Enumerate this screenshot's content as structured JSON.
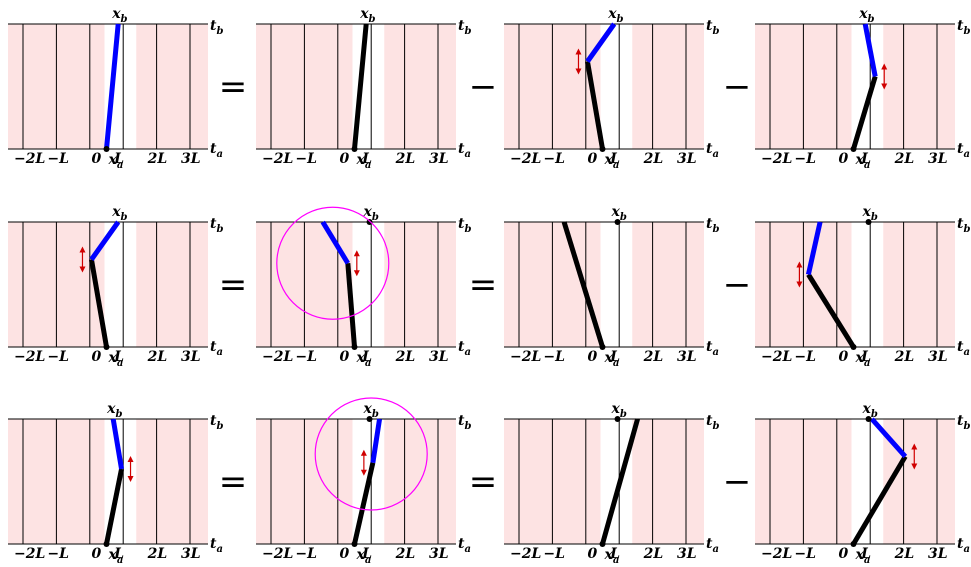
{
  "ticks": [
    "−2L",
    "−L",
    "0",
    "L",
    "2L",
    "3L"
  ],
  "time_labels": {
    "top": "t",
    "top_sub": "b",
    "bottom": "t",
    "bottom_sub": "a"
  },
  "point_labels": {
    "xa": "x",
    "xa_sub": "a",
    "xb": "x",
    "xb_sub": "b"
  },
  "colors": {
    "band": "#FDE3E3",
    "blue_path": "#0000FF",
    "black_path": "#000000",
    "arrow": "#D00000",
    "circle": "#FF00FF"
  },
  "rows": [
    {
      "ops": [
        "=",
        "−",
        "−"
      ]
    },
    {
      "ops": [
        "=",
        "=",
        "−"
      ]
    },
    {
      "ops": [
        "=",
        "=",
        "−"
      ]
    }
  ]
}
